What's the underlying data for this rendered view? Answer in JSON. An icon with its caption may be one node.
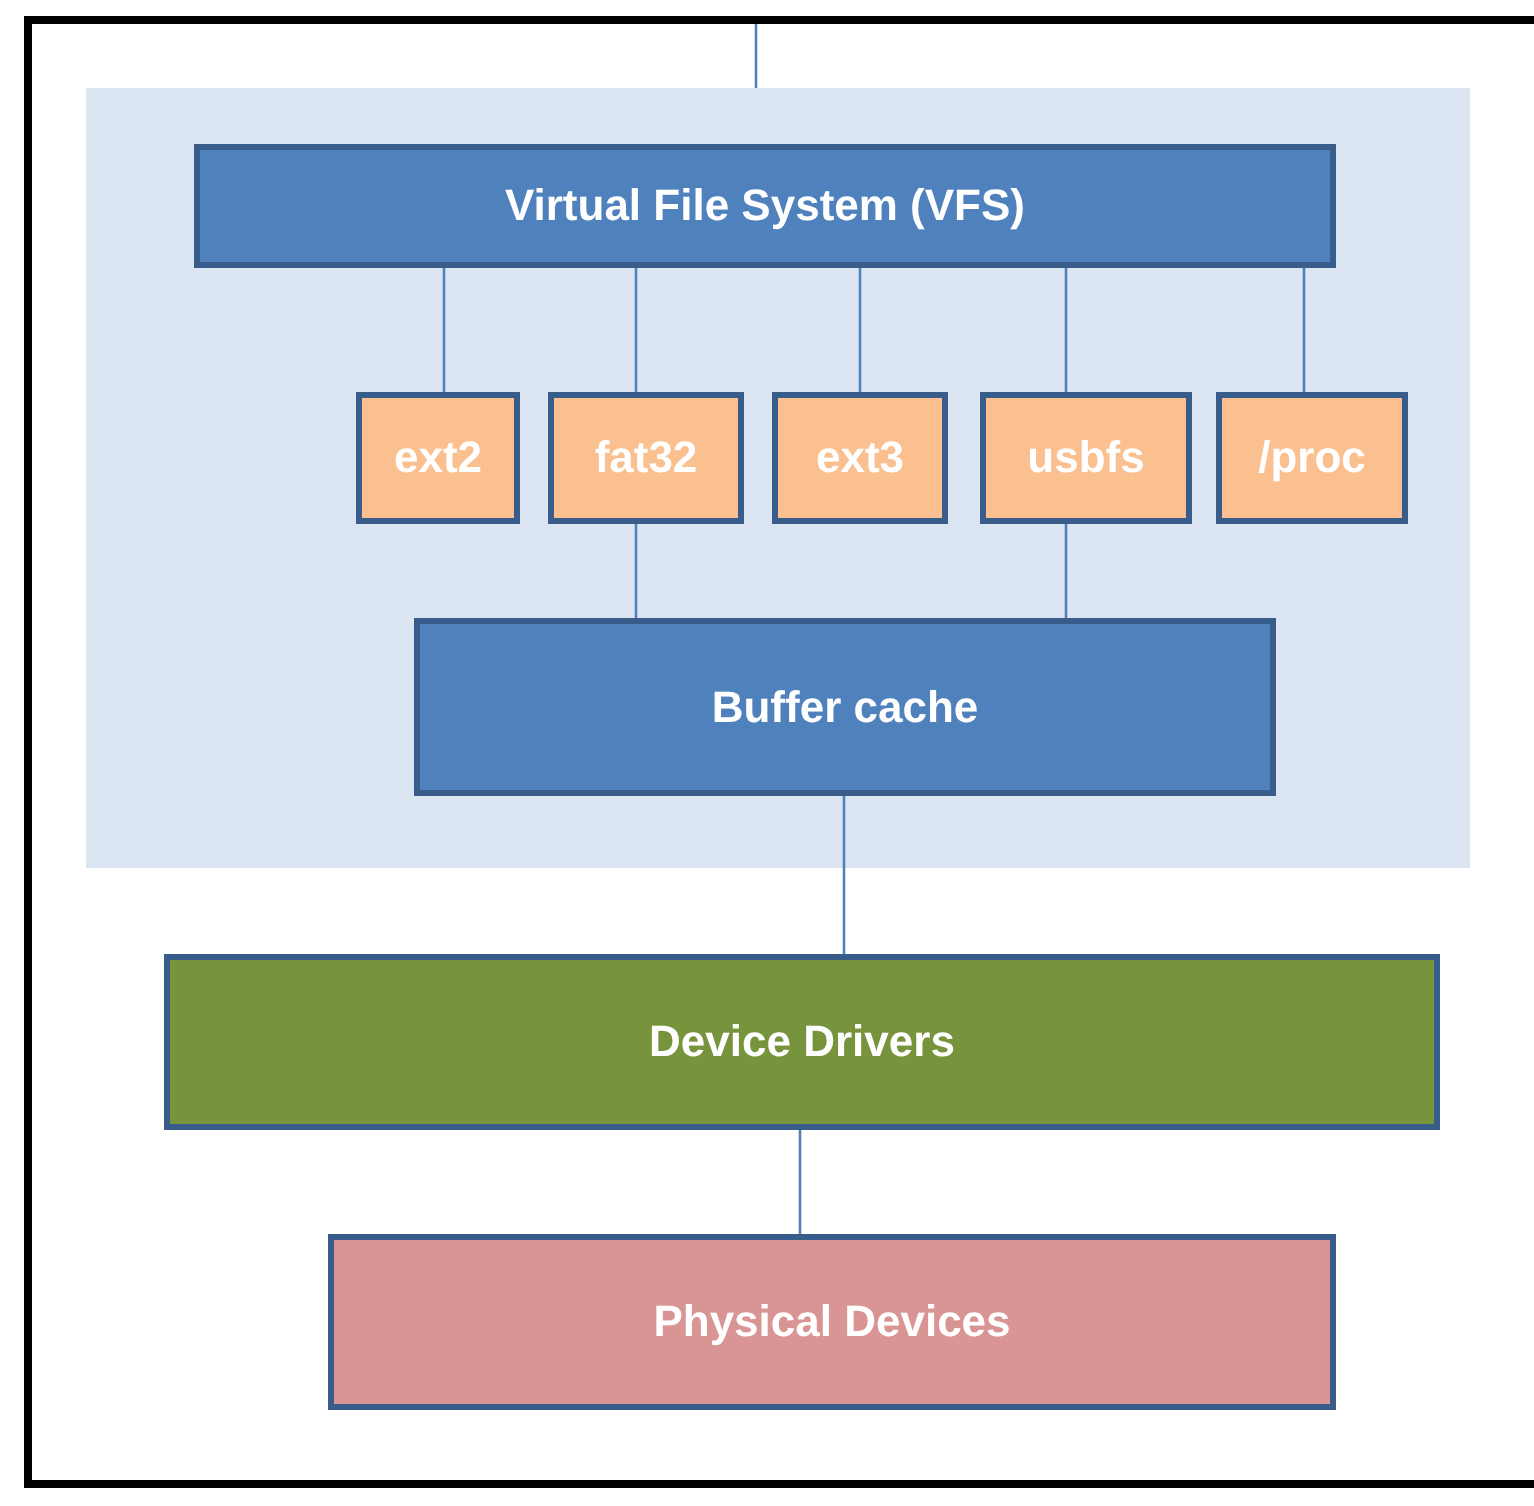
{
  "diagram": {
    "nodes": [
      {
        "text": [],
        "shape": "box"
      },
      {
        "text": [
          "Virtual File System (VFS)"
        ],
        "in": 0
      },
      {
        "text": [
          "ext2"
        ],
        "in": 0
      },
      {
        "text": [
          "fat32"
        ],
        "in": 0
      },
      {
        "text": [
          "ext3"
        ],
        "in": 0
      },
      {
        "text": [
          "usbfs"
        ],
        "in": 0
      },
      {
        "text": [
          "/proc"
        ],
        "in": 0
      },
      {
        "text": [
          "Buffer cache"
        ],
        "in": 0
      },
      {
        "text": [
          "Device Drivers"
        ]
      },
      {
        "text": [
          "Physical Devices"
        ]
      }
    ],
    "edges": [
      {
        "from": null,
        "to": 0,
        "arrow": "none"
      },
      {
        "from": 1,
        "to": 2,
        "arrow": "none"
      },
      {
        "from": 1,
        "to": 3,
        "arrow": "none"
      },
      {
        "from": 1,
        "to": 4,
        "arrow": "none"
      },
      {
        "from": 1,
        "to": 5,
        "arrow": "none"
      },
      {
        "from": 1,
        "to": 6,
        "arrow": "none"
      },
      {
        "from": 3,
        "to": 7,
        "arrow": "none"
      },
      {
        "from": 5,
        "to": 7,
        "arrow": "none"
      },
      {
        "from": 7,
        "to": 8,
        "arrow": "none"
      },
      {
        "from": 8,
        "to": 9,
        "arrow": "none"
      }
    ]
  }
}
